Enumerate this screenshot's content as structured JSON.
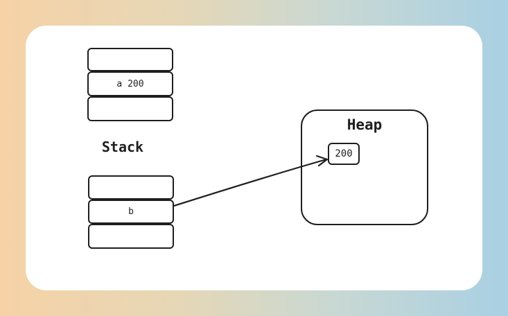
{
  "stack": {
    "label": "Stack",
    "upper_cells": [
      "",
      "a 200",
      ""
    ],
    "lower_cells": [
      "",
      "b",
      ""
    ]
  },
  "heap": {
    "label": "Heap",
    "value": "200"
  },
  "colors": {
    "stroke": "#1e1e1e",
    "card": "#ffffff",
    "gradient_left": "#f6d2a6",
    "gradient_right": "#a9d0e3"
  }
}
